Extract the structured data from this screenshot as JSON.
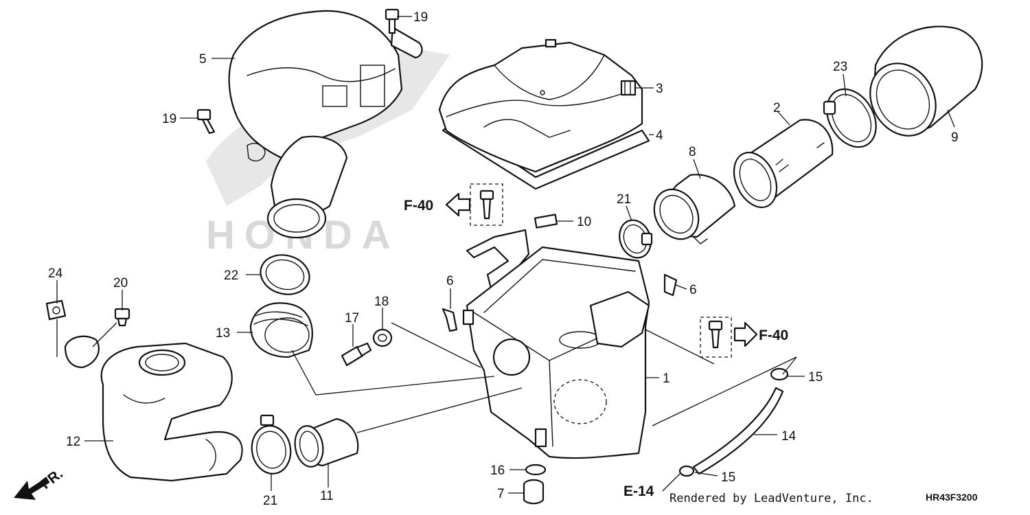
{
  "diagram": {
    "callouts": {
      "n1": "1",
      "n2": "2",
      "n3": "3",
      "n4": "4",
      "n5": "5",
      "n6a": "6",
      "n6b": "6",
      "n7": "7",
      "n8": "8",
      "n9": "9",
      "n10": "10",
      "n11": "11",
      "n12": "12",
      "n13": "13",
      "n14": "14",
      "n15a": "15",
      "n15b": "15",
      "n16": "16",
      "n17": "17",
      "n18": "18",
      "n19a": "19",
      "n19b": "19",
      "n20": "20",
      "n21a": "21",
      "n21b": "21",
      "n22": "22",
      "n23": "23",
      "n24": "24"
    },
    "references": {
      "f40_left": "F-40",
      "f40_right": "F-40",
      "e14": "E-14",
      "front": "FR."
    },
    "watermark": "HONDA",
    "credit": "Rendered by LeadVenture, Inc.",
    "drawing_code": "HR43F3200"
  }
}
